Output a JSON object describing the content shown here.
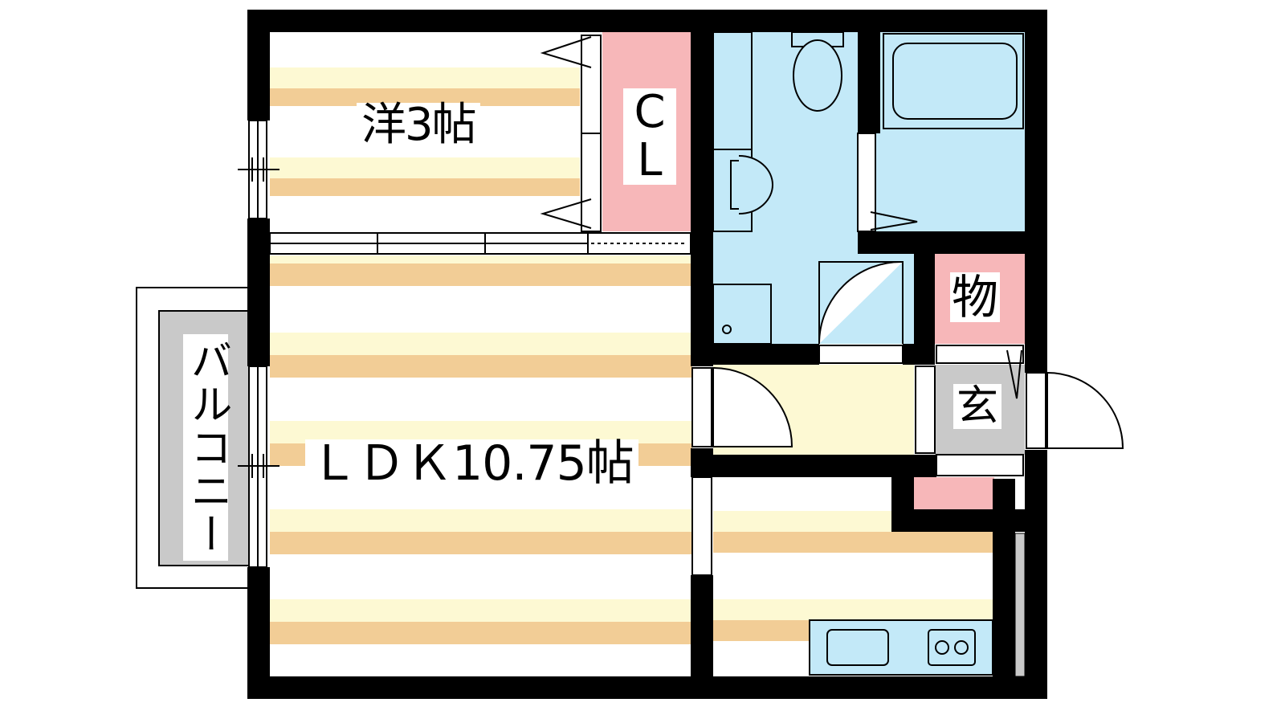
{
  "floor_plan": {
    "rooms": {
      "western_room": {
        "label": "洋3帖"
      },
      "closet": {
        "label": "CL"
      },
      "ldk": {
        "label": "ＬＤＫ10.75帖"
      },
      "storage": {
        "label": "物"
      },
      "entrance": {
        "label": "玄"
      },
      "balcony": {
        "label": "バルコニー"
      }
    },
    "colors": {
      "wall": "#000000",
      "floor_stripe": "#f2cd96",
      "floor_light": "#fdf9d3",
      "wet_area": "#c3e9f8",
      "closet_fill": "#f7b7b9",
      "hall_fill": "#fdf9d3",
      "entrance_fill": "#c9c9c9",
      "balcony_fill": "#c9c9c9"
    }
  }
}
